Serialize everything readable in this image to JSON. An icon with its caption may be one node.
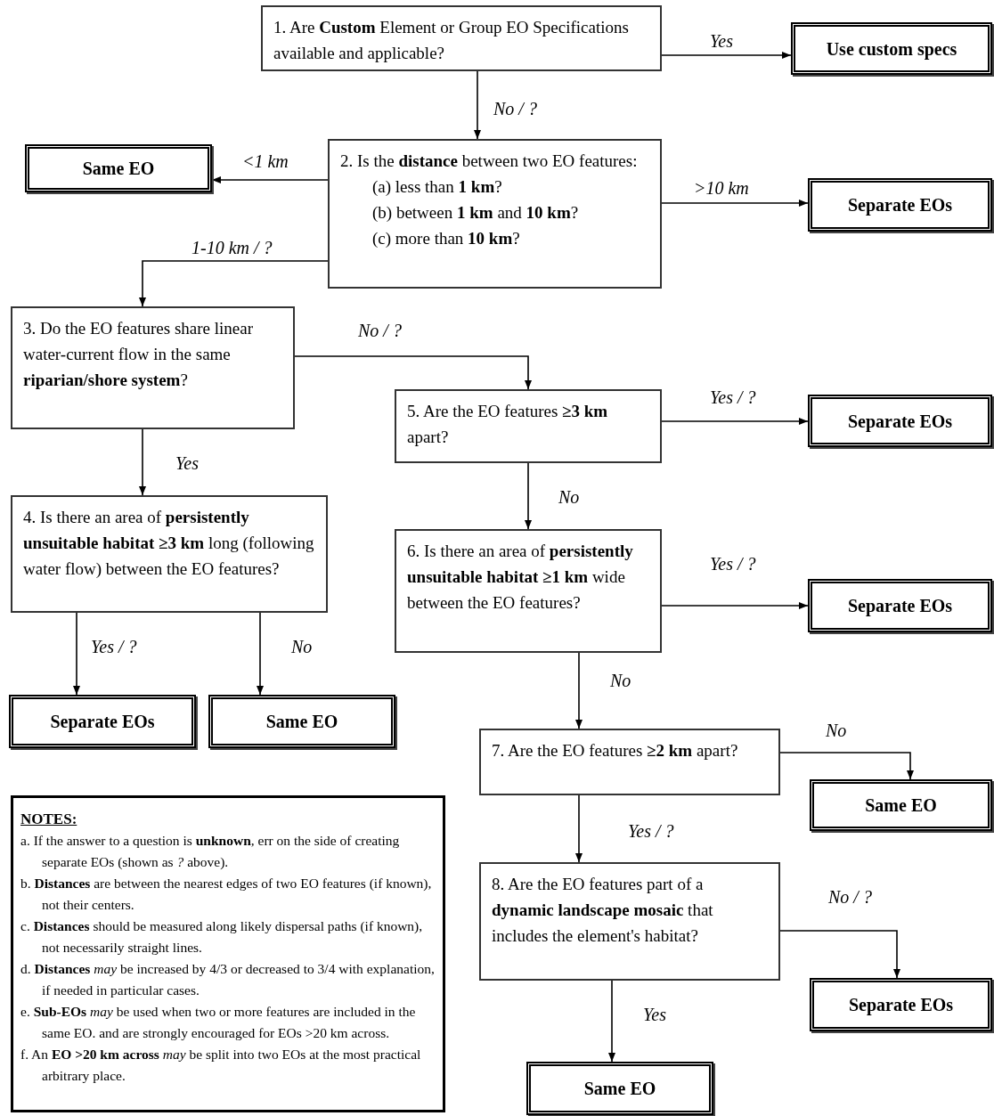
{
  "diagram": {
    "nodes": [
      {
        "text": [
          "1. Are **Custom** Element or Group EO Specifications available and applicable?"
        ]
      },
      {
        "text": [
          "Use custom specs"
        ]
      },
      {
        "text": [
          "2. Is the **distance** between two EO features:",
          "(a) less than **1 km**?",
          "(b) between **1 km** and **10 km**?",
          "(c) more than **10 km**?"
        ]
      },
      {
        "text": [
          "Same EO"
        ]
      },
      {
        "text": [
          "Separate EOs"
        ]
      },
      {
        "text": [
          "3. Do the EO features share linear water-current flow in the same **riparian/shore system**?"
        ]
      },
      {
        "text": [
          "5. Are the EO features **≥3 km** apart?"
        ]
      },
      {
        "text": [
          "Separate EOs"
        ]
      },
      {
        "text": [
          "4. Is there an area of **persistently unsuitable habitat ≥3 km** long (following water flow) between the EO features?"
        ]
      },
      {
        "text": [
          "Separate EOs"
        ]
      },
      {
        "text": [
          "Same EO"
        ]
      },
      {
        "text": [
          "6. Is there an area of **persistently unsuitable habitat ≥1 km** wide between the EO features?"
        ]
      },
      {
        "text": [
          "Separate EOs"
        ]
      },
      {
        "text": [
          "7. Are the EO features **≥2 km** apart?"
        ]
      },
      {
        "text": [
          "Same EO"
        ]
      },
      {
        "text": [
          "8. Are the EO features part of a **dynamic landscape mosaic** that includes the element's habitat?"
        ]
      },
      {
        "text": [
          "Separate EOs"
        ]
      },
      {
        "text": [
          "Same EO"
        ]
      },
      {
        "text": [
          "NOTES:",
          "a. If the answer to a question is **unknown**, err on the side of creating separate EOs (shown as *?* above).",
          "b. **Distances** are between the nearest edges of two EO features (if known), not their centers.",
          "c. **Distances** should be measured along likely dispersal paths (if known), not necessarily straight lines.",
          "d. **Distances** *may* be increased by 4/3 or decreased to 3/4 with explanation, if needed in particular cases.",
          "e. **Sub-EOs** *may* be used when two or more features are included in the same EO. and are strongly encouraged for EOs >20 km across.",
          "f. An **EO >20 km across** *may* be split into two EOs at the most practical arbitrary place."
        ]
      }
    ],
    "edges": [
      {
        "from": 0,
        "to": 1,
        "arrow": "to",
        "label": "Yes"
      },
      {
        "from": 0,
        "to": 2,
        "arrow": "to",
        "label": "No / ?"
      },
      {
        "from": 2,
        "to": 3,
        "arrow": "to",
        "label": "<1 km"
      },
      {
        "from": 2,
        "to": 4,
        "arrow": "to",
        "label": ">10 km"
      },
      {
        "from": 2,
        "to": 5,
        "arrow": "to",
        "label": "1-10 km / ?"
      },
      {
        "from": 5,
        "to": 6,
        "arrow": "to",
        "label": "No / ?"
      },
      {
        "from": 5,
        "to": 8,
        "arrow": "to",
        "label": "Yes"
      },
      {
        "from": 6,
        "to": 7,
        "arrow": "to",
        "label": "Yes / ?"
      },
      {
        "from": 6,
        "to": 11,
        "arrow": "to",
        "label": "No"
      },
      {
        "from": 8,
        "to": 9,
        "arrow": "to",
        "label": "Yes / ?"
      },
      {
        "from": 8,
        "to": 10,
        "arrow": "to",
        "label": "No"
      },
      {
        "from": 11,
        "to": 12,
        "arrow": "to",
        "label": "Yes / ?"
      },
      {
        "from": 11,
        "to": 13,
        "arrow": "to",
        "label": "No"
      },
      {
        "from": 13,
        "to": 14,
        "arrow": "to",
        "label": "No"
      },
      {
        "from": 13,
        "to": 15,
        "arrow": "to",
        "label": "Yes / ?"
      },
      {
        "from": 15,
        "to": 16,
        "arrow": "to",
        "label": "No / ?"
      },
      {
        "from": 15,
        "to": 17,
        "arrow": "to",
        "label": "Yes"
      }
    ]
  }
}
